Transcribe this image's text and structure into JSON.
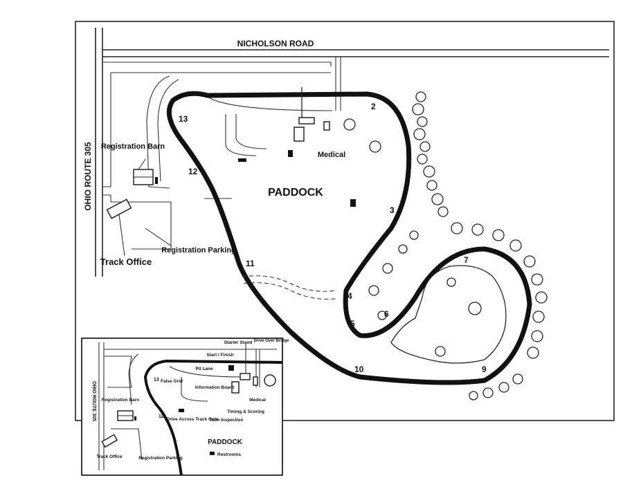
{
  "main_map": {
    "road_north": "NICHOLSON ROAD",
    "road_west": "OHIO ROUTE 305",
    "paddock": "PADDOCK",
    "registration_barn": "Registration Barn",
    "track_office": "Track Office",
    "registration_parking": "Registration Parking",
    "medical": "Medical",
    "turns": [
      "2",
      "3",
      "4",
      "5",
      "6",
      "7",
      "9",
      "10",
      "11",
      "12",
      "13"
    ]
  },
  "inset_map": {
    "road_west": "OHIO ROUTE 305",
    "starter_stand": "Starter Stand",
    "drive_over_bridge": "Drive Over Bridge",
    "start_finish": "Start / Finish",
    "pit_lane": "Pit Lane",
    "false_grid": "False Grid",
    "information_board": "Information Board",
    "medical": "Medical",
    "timing_scoring": "Timing & Scoring",
    "tech_inspection": "Tech Inspection",
    "drive_across_track": "Drive Across Track Gate",
    "registration_barn": "Registration Barn",
    "track_office": "Track Office",
    "registration_parking": "Registration Parking",
    "paddock": "PADDOCK",
    "restrooms": "Restrooms",
    "turns": [
      "13",
      "12"
    ]
  }
}
